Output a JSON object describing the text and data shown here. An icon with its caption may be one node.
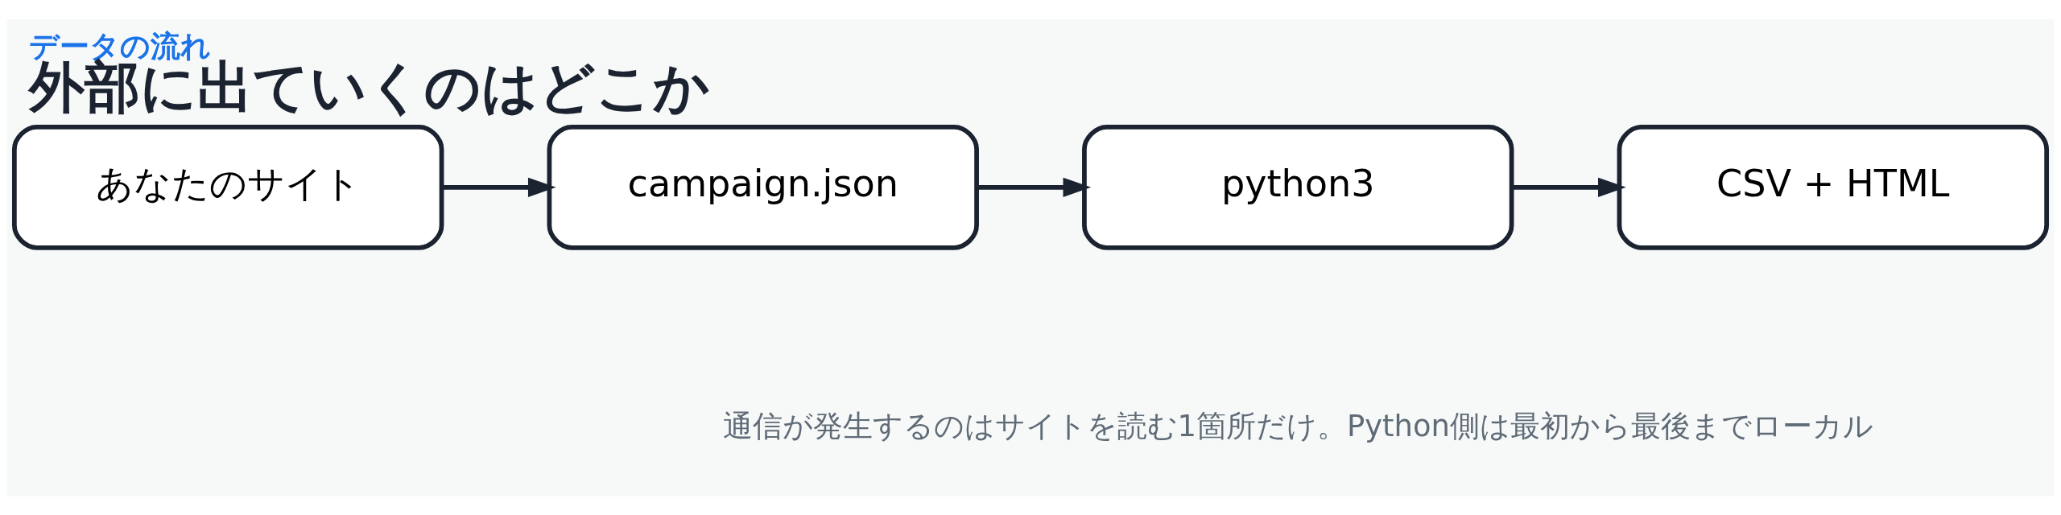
{
  "diagram": {
    "title": "外部に出ていくのはどこか",
    "caption": "通信が発生するのはサイトを読む1箇所だけ。Python側は最初から最後までローカル",
    "nodes": [
      {
        "text": [
          "あなたのサイト"
        ]
      },
      {
        "text": [
          "campaign.json"
        ]
      },
      {
        "text": [
          "python3"
        ]
      },
      {
        "text": [
          "CSV + HTML"
        ]
      }
    ],
    "edges": [
      {
        "from": 0,
        "to": 1,
        "arrow": "to"
      },
      {
        "from": 1,
        "to": 2,
        "arrow": "to"
      },
      {
        "from": 2,
        "to": 3,
        "arrow": "to"
      }
    ],
    "labels": [
      "データの流れ"
    ]
  }
}
